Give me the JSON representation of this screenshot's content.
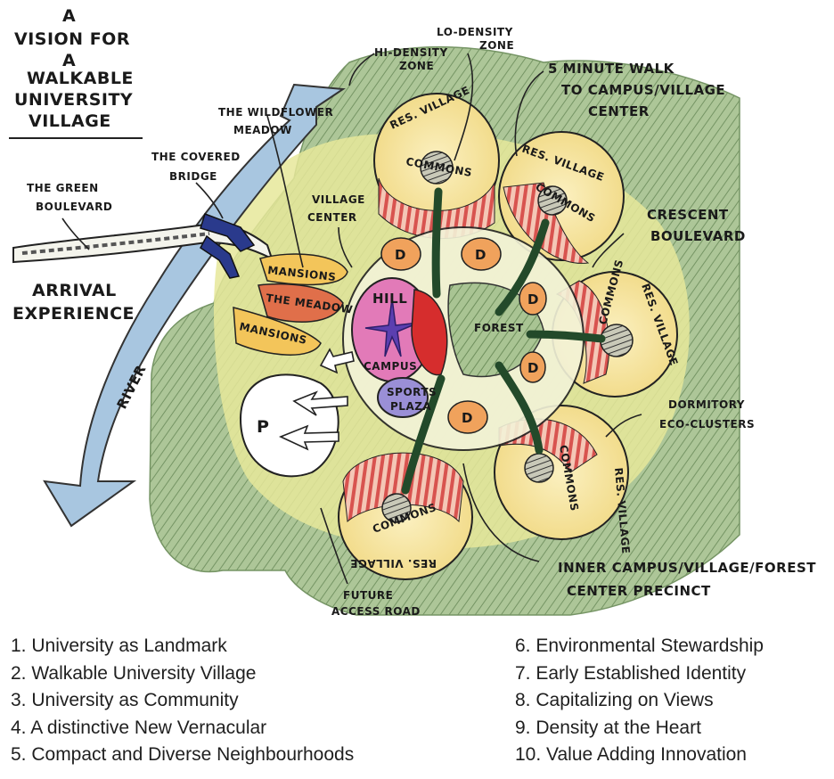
{
  "title": {
    "line1": "A",
    "line2": "VISION FOR",
    "line3": "A",
    "line4": "WALKABLE",
    "line5": "UNIVERSITY",
    "line6": "VILLAGE"
  },
  "labels": {
    "hi_density": [
      "HI-DENSITY",
      "ZONE"
    ],
    "lo_density": [
      "LO-DENSITY",
      "ZONE"
    ],
    "five_minute": [
      "5 MINUTE WALK",
      "TO CAMPUS/VILLAGE",
      "CENTER"
    ],
    "wildflower": [
      "THE WILDFLOWER",
      "MEADOW"
    ],
    "covered_bridge": [
      "THE COVERED",
      "BRIDGE"
    ],
    "green_boulevard": [
      "THE GREEN",
      "BOULEVARD"
    ],
    "arrival": [
      "ARRIVAL",
      "EXPERIENCE"
    ],
    "village_center": [
      "VILLAGE",
      "CENTER"
    ],
    "crescent": [
      "CRESCENT",
      "BOULEVARD"
    ],
    "dormitory": [
      "DORMITORY",
      "ECO-CLUSTERS"
    ],
    "inner_campus": [
      "INNER CAMPUS/VILLAGE/FOREST",
      "CENTER PRECINCT"
    ],
    "future_access": [
      "FUTURE",
      "ACCESS ROAD"
    ],
    "river": "RIVER",
    "mansions_top": "MANSIONS",
    "mansions_bottom": "MANSIONS",
    "the_meadow": "THE MEADOW",
    "hill": "HILL",
    "campus": "CAMPUS",
    "forest": "FOREST",
    "sports_plaza": [
      "SPORTS",
      "PLAZA"
    ],
    "parking": "P",
    "district": "D",
    "res_village": "RES. VILLAGE",
    "commons": "COMMONS"
  },
  "principles_left": [
    "1. University as Landmark",
    "2. Walkable University Village",
    "3. University as Community",
    "4. A distinctive New Vernacular",
    "5. Compact and Diverse Neighbourhoods"
  ],
  "principles_right": [
    "6. Environmental Stewardship",
    "7. Early Established Identity",
    "8. Capitalizing on Views",
    "9. Density at the Heart",
    "10. Value Adding Innovation"
  ],
  "colors": {
    "forest_green": "#8fb07a",
    "meadow_yellow": "#e6e89a",
    "village_cream": "#f5e7a6",
    "commons_red": "#d8534f",
    "hill_pink": "#e27ab8",
    "campus_red": "#d62d2d",
    "district_orange": "#f0a25c",
    "river_blue": "#a8c6e0",
    "sports_purple": "#9a8fd6"
  }
}
